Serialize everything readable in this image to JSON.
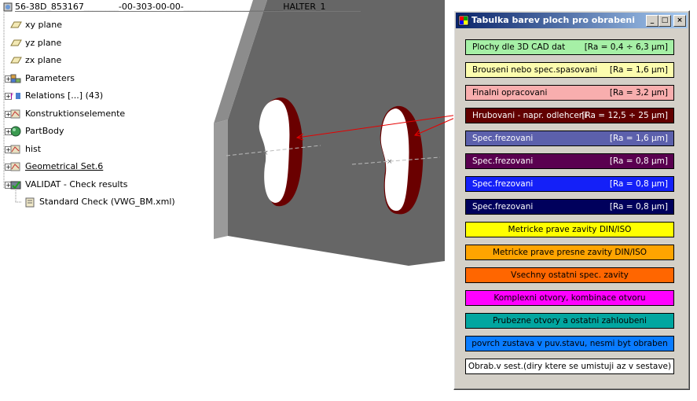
{
  "spec_tree": {
    "root_label": "56-38D_853167________-00-303-00-00-_______________________HALTER_1",
    "items": [
      {
        "label": "xy plane",
        "icon": "plane-icon"
      },
      {
        "label": "yz plane",
        "icon": "plane-icon"
      },
      {
        "label": "zx plane",
        "icon": "plane-icon"
      },
      {
        "label": "Parameters",
        "icon": "parameters-icon"
      },
      {
        "label": "Relations [...] (43)",
        "icon": "relations-icon"
      },
      {
        "label": "Konstruktionselemente",
        "icon": "geometrical-set-icon"
      },
      {
        "label": "PartBody",
        "icon": "partbody-icon"
      },
      {
        "label": "hist",
        "icon": "geometrical-set-icon"
      },
      {
        "label": "Geometrical Set.6",
        "icon": "geometrical-set-icon"
      },
      {
        "label": "VALIDAT - Check results",
        "icon": "validat-icon"
      },
      {
        "label": "Standard Check (VWG_BM.xml)",
        "icon": "check-report-icon"
      }
    ]
  },
  "dialog": {
    "title": "Tabulka barev ploch pro obrabeni",
    "minimize_glyph": "_",
    "maximize_glyph": "□",
    "close_glyph": "×",
    "buttons": [
      {
        "label": "Plochy dle 3D CAD dat",
        "value": "[Ra = 0,4 ÷ 6,3 µm]",
        "bg": "#a6f0a6",
        "fg": "#000000"
      },
      {
        "label": "Brouseni nebo spec.spasovani",
        "value": "[Ra = 1,6 µm]",
        "bg": "#fcfcae",
        "fg": "#000000"
      },
      {
        "label": "Finalni opracovani",
        "value": "[Ra = 3,2 µm]",
        "bg": "#f8aeae",
        "fg": "#000000"
      },
      {
        "label": "Hrubovani - napr. odlehceni",
        "value": "[Ra = 12,5 ÷ 25 µm]",
        "bg": "#620000",
        "fg": "#ffffff"
      },
      {
        "label": "Spec.frezovani",
        "value": "[Ra = 1,6 µm]",
        "bg": "#5c60ac",
        "fg": "#ffffff"
      },
      {
        "label": "Spec.frezovani",
        "value": "[Ra = 0,8 µm]",
        "bg": "#5a0050",
        "fg": "#ffffff"
      },
      {
        "label": "Spec.frezovani",
        "value": "[Ra = 0,8 µm]",
        "bg": "#1420f8",
        "fg": "#ffffff"
      },
      {
        "label": "Spec.frezovani",
        "value": "[Ra = 0,8 µm]",
        "bg": "#00005c",
        "fg": "#ffffff"
      },
      {
        "label": "Metricke prave zavity DIN/ISO",
        "value": "",
        "bg": "#ffff00",
        "fg": "#000000"
      },
      {
        "label": "Metricke prave presne zavity DIN/ISO",
        "value": "",
        "bg": "#ffa400",
        "fg": "#000000"
      },
      {
        "label": "Vsechny ostatni spec. zavity",
        "value": "",
        "bg": "#ff6600",
        "fg": "#000000"
      },
      {
        "label": "Komplexni otvory, kombinace otvoru",
        "value": "",
        "bg": "#ff00ff",
        "fg": "#000000"
      },
      {
        "label": "Prubezne otvory a ostatni zahloubeni",
        "value": "",
        "bg": "#00a6a0",
        "fg": "#000000"
      },
      {
        "label": "povrch zustava v puv.stavu, nesmi byt obraben",
        "value": "",
        "bg": "#0a7cff",
        "fg": "#000000"
      },
      {
        "label": "Obrab.v sest.(diry ktere se umistuji az v sestave)",
        "value": "",
        "bg": "#ffffff",
        "fg": "#000000"
      }
    ]
  },
  "colors": {
    "viewport_bg": "#ffffff",
    "part_face": "#666666",
    "part_edge": "#9a9a9a",
    "hole_wall": "#6a0000",
    "leader_line": "#e60000",
    "titlebar_start": "#0a246a",
    "titlebar_end": "#a6caf0",
    "dialog_bg": "#d4d0c8"
  }
}
